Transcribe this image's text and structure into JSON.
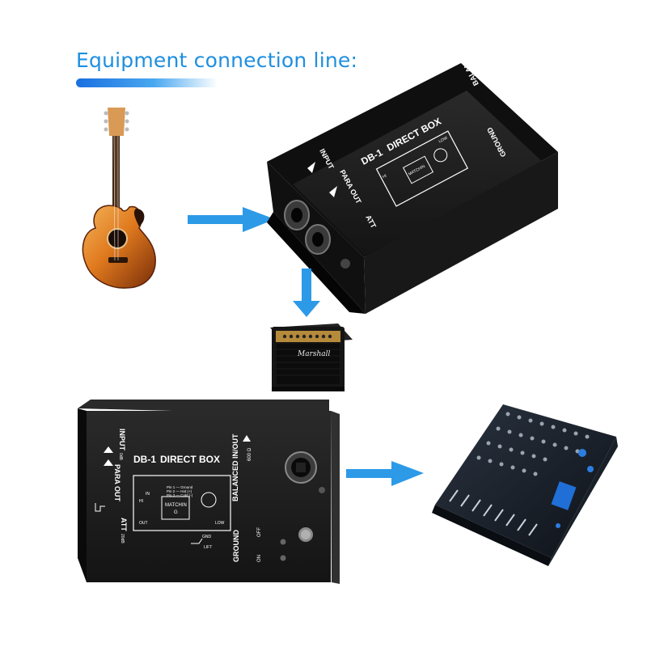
{
  "heading": {
    "text": "Equipment connection line:"
  },
  "device": {
    "model": "DB-1",
    "product": "DIRECT BOX",
    "input": "INPUT",
    "para_out": "PARA OUT",
    "att": "ATT",
    "balanced": "BALANCED IN/OUT",
    "ground": "GROUND",
    "matching": "MATCHIN",
    "matching_sub": "G",
    "pin1": "Pin 1 — Ground",
    "pin2": "Pin 2 — Hot (+)",
    "pin3": "Pin 3 — Cold (-)",
    "hi": "HI",
    "in": "IN",
    "out": "OUT",
    "low": "LOW",
    "gnd": "GND",
    "lift": "LIFT",
    "on": "ON",
    "off": "OFF",
    "db_label": "20dB",
    "ohm": "600 Ω",
    "zero_db": "0dB"
  },
  "amp": {
    "brand": "Marshall"
  },
  "colors": {
    "arrow": "#2d9ae8",
    "title": "#1e8fe0",
    "box": "#1b1b1b"
  }
}
